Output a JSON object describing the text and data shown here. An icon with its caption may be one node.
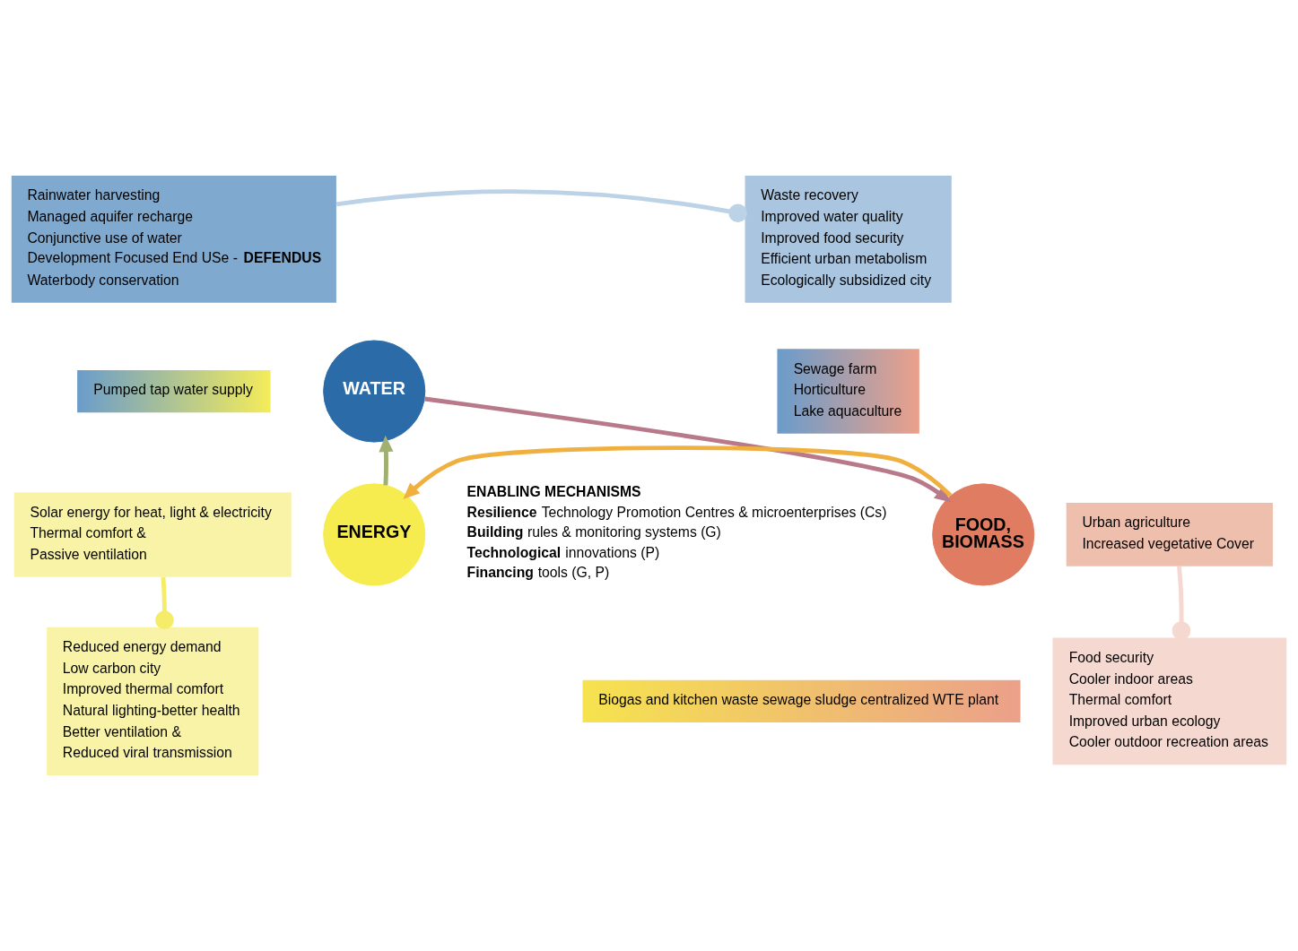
{
  "diagram": {
    "nodes": [
      {
        "text": [
          "Rainwater harvesting",
          "Managed aquifer recharge",
          "Conjunctive use of water",
          "Development Focused End USe - **DEFENDUS**",
          "Waterbody conservation"
        ]
      },
      {
        "text": [
          "Waste recovery",
          "Improved water quality",
          "Improved food security",
          "Efficient urban metabolism",
          "Ecologically subsidized city"
        ]
      },
      {
        "text": [
          "WATER"
        ]
      },
      {
        "text": [
          "Pumped tap water supply"
        ]
      },
      {
        "text": [
          "Sewage farm",
          "Horticulture",
          "Lake aquaculture"
        ]
      },
      {
        "text": [
          "Solar energy for heat, light & electricity",
          "Thermal comfort &",
          "Passive ventilation"
        ]
      },
      {
        "text": [
          "ENERGY"
        ]
      },
      {
        "text": [
          "FOOD, BIOMASS"
        ]
      },
      {
        "text": [
          "Urban agriculture",
          "Increased vegetative Cover"
        ]
      },
      {
        "text": [
          "Reduced energy demand",
          "Low carbon city",
          "Improved thermal comfort",
          "Natural lighting-better health",
          "Better ventilation &",
          "Reduced viral transmission"
        ]
      },
      {
        "text": [
          "Biogas and kitchen waste sewage sludge centralized WTE plant"
        ]
      },
      {
        "text": [
          "Food security",
          "Cooler indoor areas",
          "Thermal comfort",
          "Improved urban ecology",
          "Cooler outdoor recreation areas"
        ]
      }
    ],
    "edges": [
      {
        "from": 0,
        "to": 1,
        "arrow": "other",
        "color": "#bcd2e6"
      },
      {
        "from": 6,
        "to": 2,
        "arrow": "to",
        "color": "#a0b070"
      },
      {
        "from": 2,
        "to": 7,
        "arrow": "to",
        "color": "#b87a8a"
      },
      {
        "from": 7,
        "to": 6,
        "arrow": "to",
        "color": "#f0b040"
      },
      {
        "from": 5,
        "to": 9,
        "arrow": "other",
        "color": "#f5ec6a"
      },
      {
        "from": 8,
        "to": 11,
        "arrow": "other",
        "color": "#f5d8d0"
      }
    ],
    "labels": [
      "ENABLING MECHANISMS",
      "**Resilience** Technology Promotion Centres & microenterprises (Cs)",
      "**Building** rules & monitoring systems (G)",
      "**Technological** innovations (P)",
      "**Financing** tools (G, P)"
    ]
  }
}
